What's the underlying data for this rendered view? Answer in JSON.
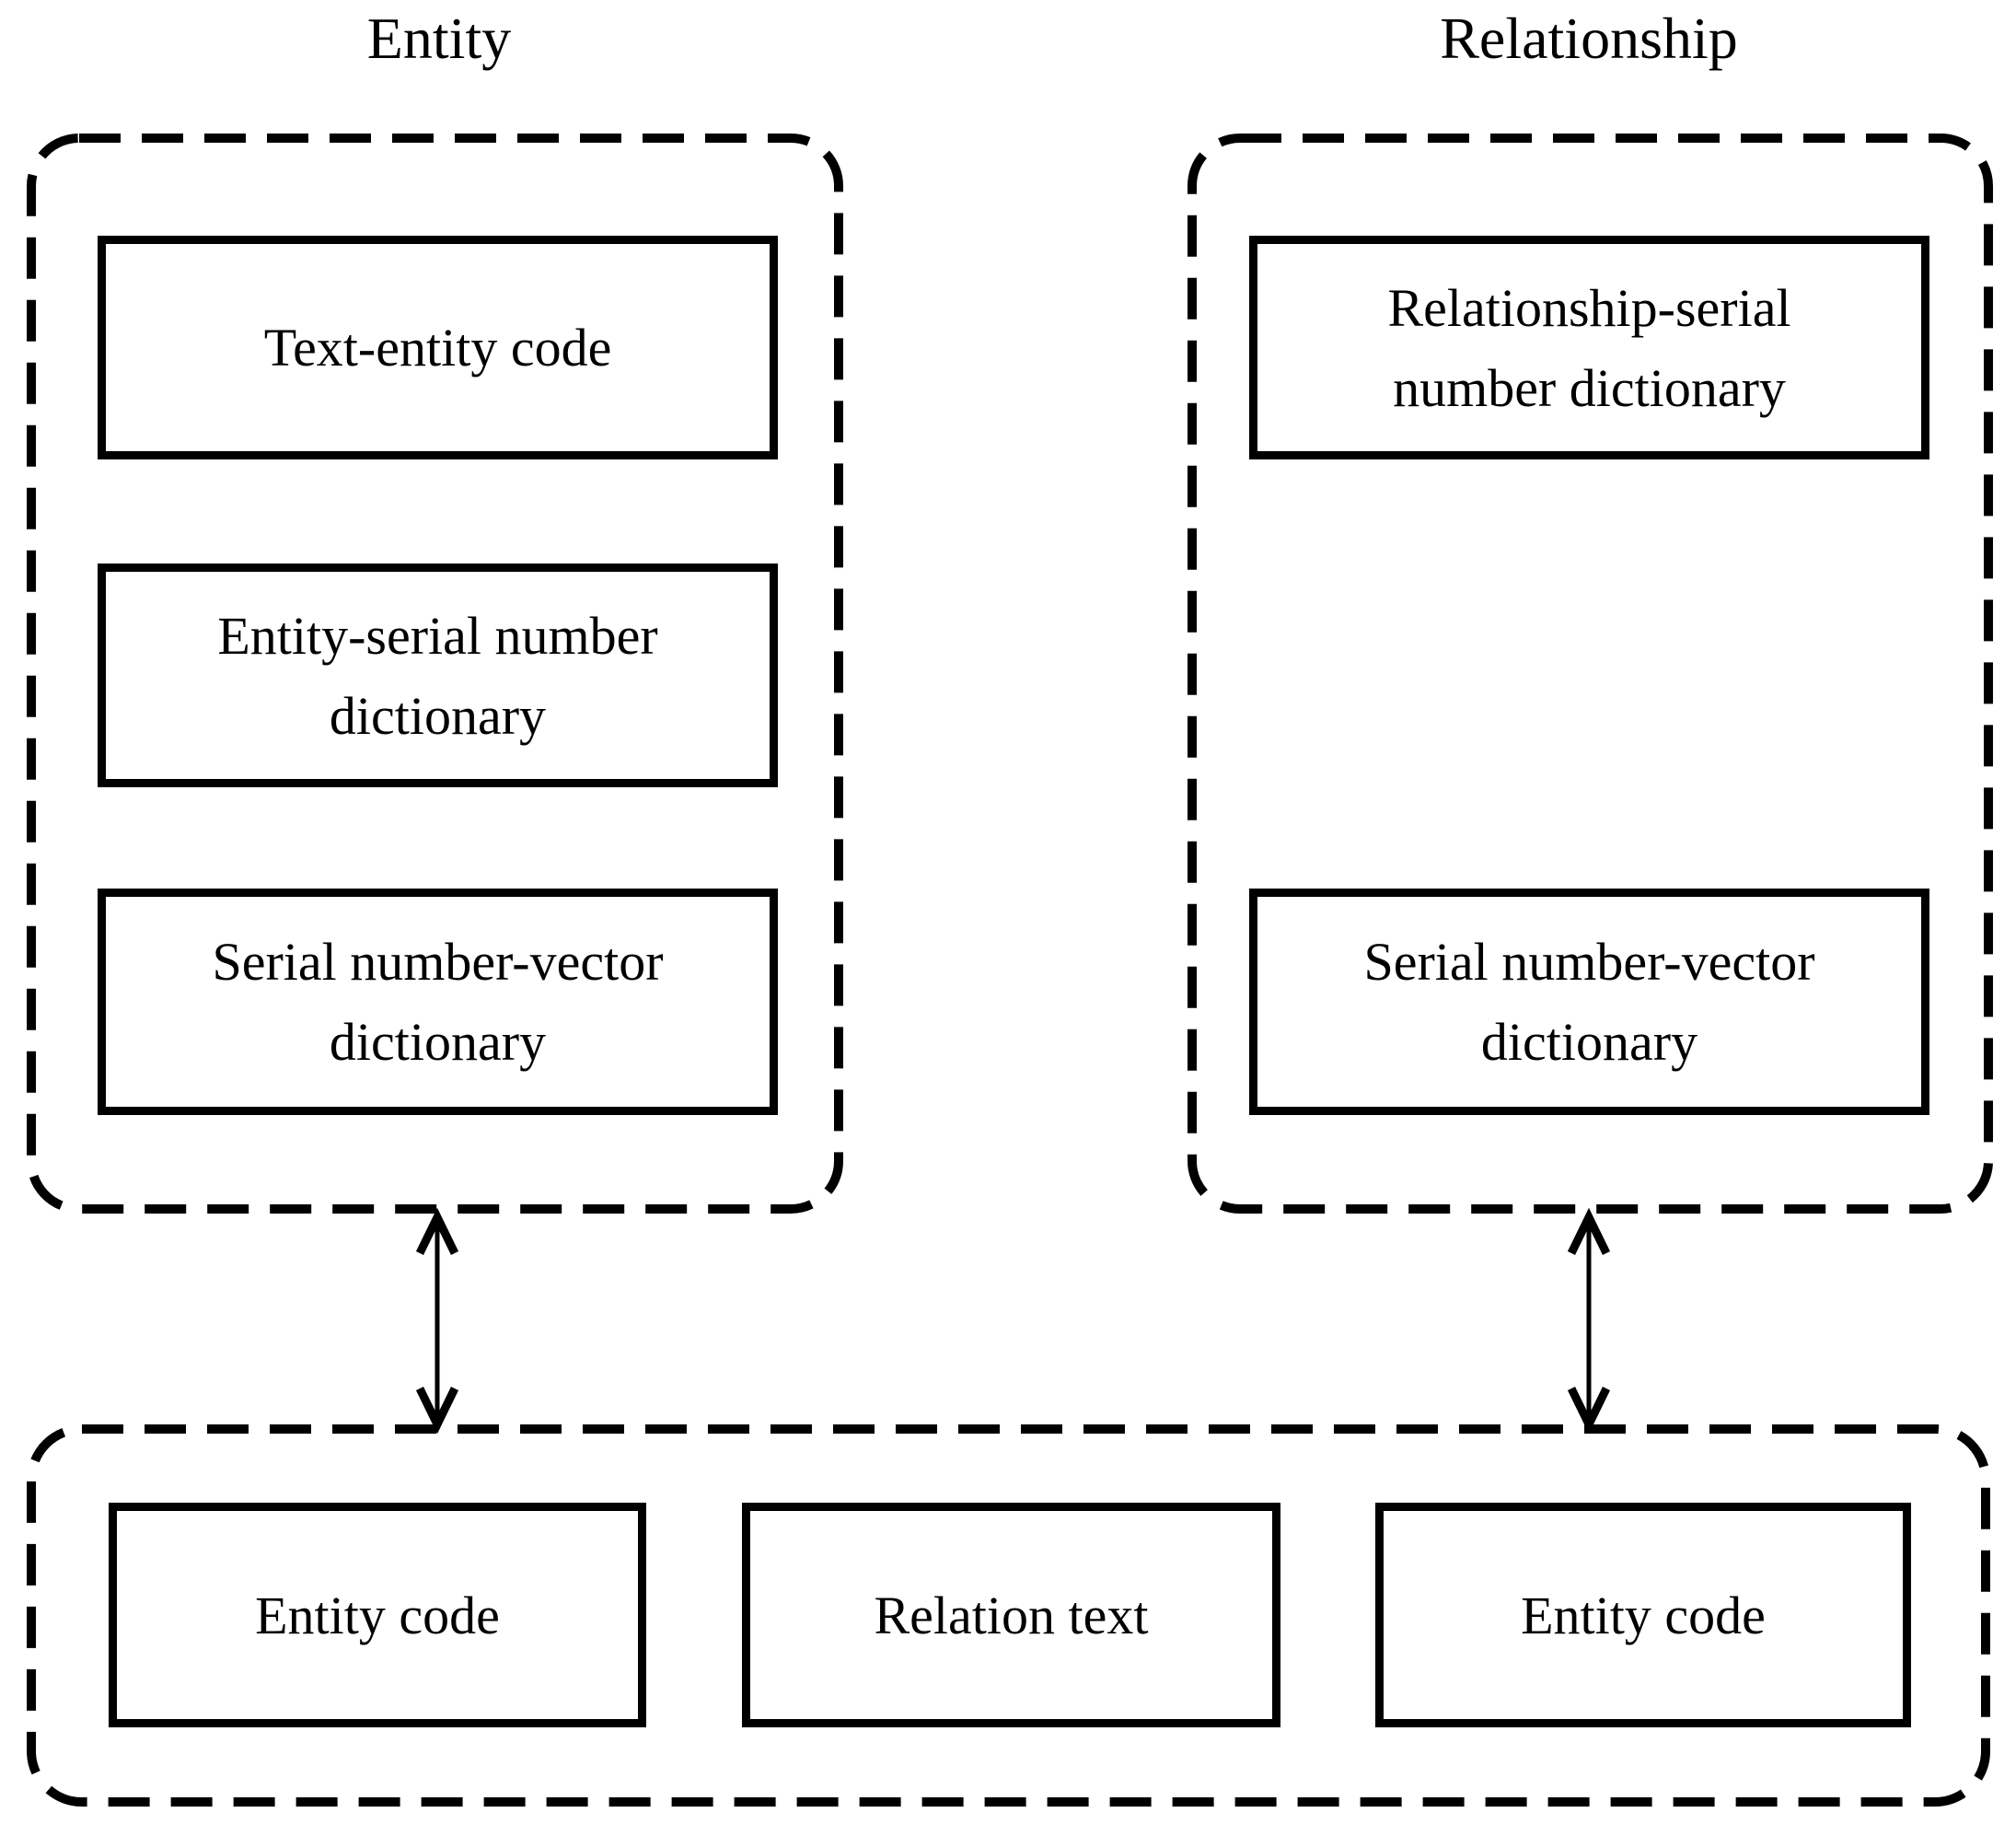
{
  "canvas": {
    "background_color": "#ffffff",
    "stroke_color": "#000000"
  },
  "sections": {
    "entity": {
      "title": "Entity",
      "boxes": [
        {
          "label": "Text-entity code"
        },
        {
          "label": "Entity-serial number\ndictionary"
        },
        {
          "label": "Serial number-vector\ndictionary"
        }
      ]
    },
    "relationship": {
      "title": "Relationship",
      "boxes": [
        {
          "label": "Relationship-serial\nnumber dictionary"
        },
        {
          "label": "Serial number-vector\ndictionary"
        }
      ]
    },
    "triple": {
      "boxes": [
        {
          "label": "Entity code"
        },
        {
          "label": "Relation text"
        },
        {
          "label": "Entity code"
        }
      ]
    }
  },
  "connectors": [
    {
      "name": "entity-to-triple",
      "type": "double-headed-vertical-arrow"
    },
    {
      "name": "relationship-to-triple",
      "type": "double-headed-vertical-arrow"
    }
  ]
}
